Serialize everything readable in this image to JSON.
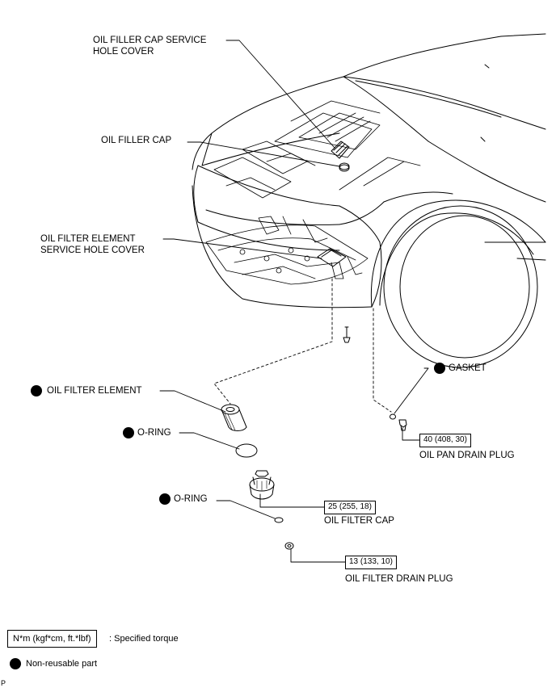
{
  "labels": {
    "oil_filler_cap_service_hole_cover": "OIL FILLER CAP SERVICE\nHOLE COVER",
    "oil_filler_cap_top": "OIL FILLER CAP",
    "oil_filter_element_service_hole_cover": "OIL FILTER ELEMENT\nSERVICE HOLE COVER",
    "oil_filter_element": "OIL FILTER ELEMENT",
    "o_ring_upper": "O-RING",
    "o_ring_lower": "O-RING",
    "gasket": "GASKET",
    "oil_pan_drain_plug": "OIL PAN DRAIN PLUG",
    "oil_filter_cap_bottom": "OIL FILTER CAP",
    "oil_filter_drain_plug": "OIL FILTER DRAIN PLUG"
  },
  "torques": {
    "oil_pan_drain_plug": "40 (408, 30)",
    "oil_filter_cap": "25 (255, 18)",
    "oil_filter_drain_plug": "13 (133, 10)"
  },
  "legend": {
    "torque_unit": "N*m (kgf*cm, ft.*lbf)",
    "torque_desc": ": Specified torque",
    "non_reusable": "Non-reusable part"
  },
  "corner_mark": "P"
}
